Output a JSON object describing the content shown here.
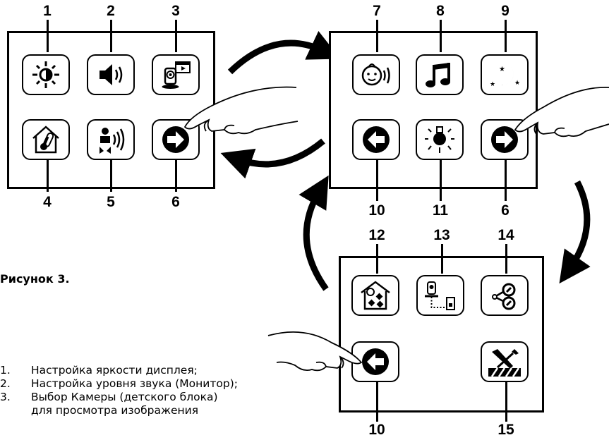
{
  "figure_caption": "Рисунок 3.",
  "panels": [
    {
      "id": "panel1",
      "buttons": [
        {
          "number": "1",
          "icon": "brightness-icon"
        },
        {
          "number": "2",
          "icon": "volume-icon"
        },
        {
          "number": "3",
          "icon": "camera-select-icon"
        },
        {
          "number": "4",
          "icon": "temperature-icon"
        },
        {
          "number": "5",
          "icon": "baby-sound-icon"
        },
        {
          "number": "6",
          "icon": "arrow-right-icon"
        }
      ]
    },
    {
      "id": "panel2",
      "buttons": [
        {
          "number": "7",
          "icon": "voice-activation-icon"
        },
        {
          "number": "8",
          "icon": "lullaby-icon"
        },
        {
          "number": "9",
          "icon": "night-light-icon"
        },
        {
          "number": "10",
          "icon": "arrow-left-icon"
        },
        {
          "number": "11",
          "icon": "lamp-icon"
        },
        {
          "number": "6",
          "icon": "arrow-right-icon"
        }
      ]
    },
    {
      "id": "panel3",
      "buttons": [
        {
          "number": "12",
          "icon": "cameras-home-icon"
        },
        {
          "number": "13",
          "icon": "pairing-icon"
        },
        {
          "number": "14",
          "icon": "connection-icon"
        },
        {
          "number": "10",
          "icon": "arrow-left-icon"
        },
        {
          "number": "15",
          "icon": "settings-tools-icon"
        }
      ]
    }
  ],
  "legend": [
    {
      "marker": "1.",
      "text": "Настройка яркости дисплея;"
    },
    {
      "marker": "2.",
      "text": "Настройка уровня звука (Монитор);"
    },
    {
      "marker": "3.",
      "text": "Выбор Камеры (детского блока)"
    },
    {
      "marker": "",
      "text": "для просмотра изображения"
    }
  ]
}
